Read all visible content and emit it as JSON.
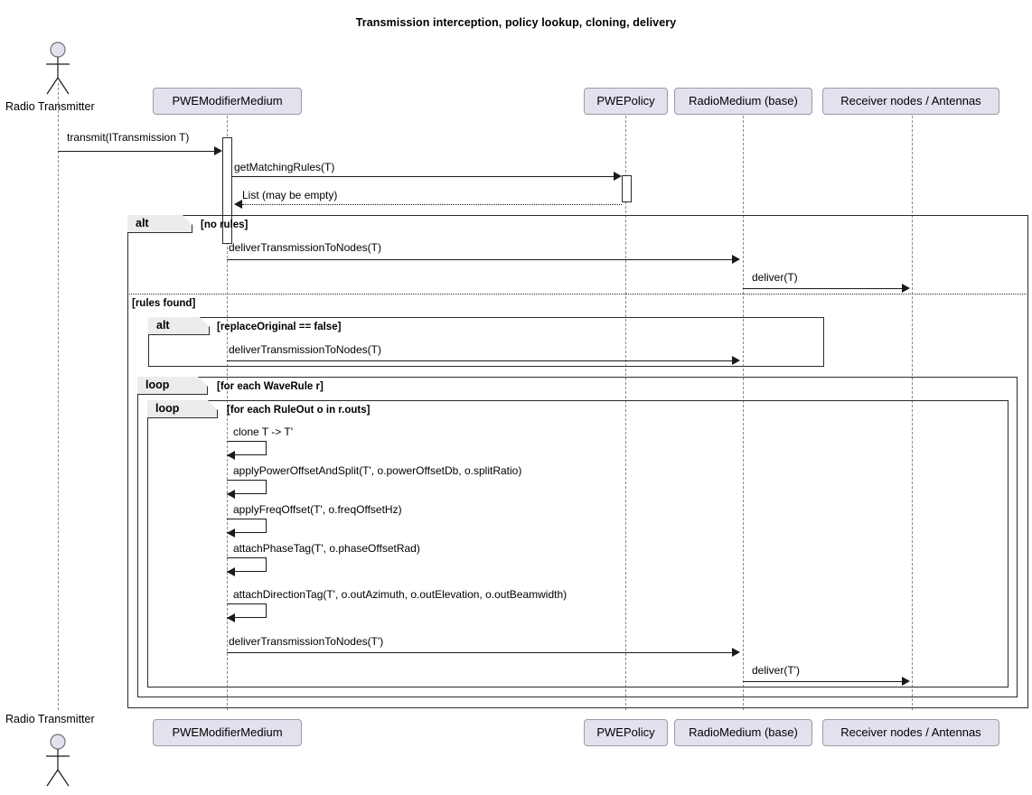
{
  "diagram": {
    "type": "uml-sequence-diagram",
    "title": "Transmission interception, policy lookup, cloning, delivery",
    "colors": {
      "participant_fill": "#E2E2EE",
      "participant_border": "#9A9AAB",
      "fragment_tag_fill": "#ECECEC",
      "line": "#1A1A1A",
      "lifeline": "#8A8A8A",
      "background": "#FFFFFF"
    }
  },
  "participants": [
    {
      "id": "actor",
      "label": "Radio Transmitter",
      "kind": "actor"
    },
    {
      "id": "pwemm",
      "label": "PWEModifierMedium",
      "kind": "object"
    },
    {
      "id": "pwepolicy",
      "label": "PWEPolicy",
      "kind": "object"
    },
    {
      "id": "radiomed",
      "label": "RadioMedium (base)",
      "kind": "object"
    },
    {
      "id": "receiver",
      "label": "Receiver nodes / Antennas",
      "kind": "object"
    }
  ],
  "footer_participants": [
    {
      "id": "actor",
      "label": "Radio Transmitter",
      "kind": "actor"
    },
    {
      "id": "pwemm",
      "label": "PWEModifierMedium",
      "kind": "object"
    },
    {
      "id": "pwepolicy",
      "label": "PWEPolicy",
      "kind": "object"
    },
    {
      "id": "radiomed",
      "label": "RadioMedium (base)",
      "kind": "object"
    },
    {
      "id": "receiver",
      "label": "Receiver nodes / Antennas",
      "kind": "object"
    }
  ],
  "messages": [
    {
      "id": "m1",
      "label": "transmit(ITransmission T)",
      "from": "actor",
      "to": "pwemm",
      "style": "solid"
    },
    {
      "id": "m2",
      "label": "getMatchingRules(T)",
      "from": "pwemm",
      "to": "pwepolicy",
      "style": "solid"
    },
    {
      "id": "m3",
      "label": "List (may be empty)",
      "from": "pwepolicy",
      "to": "pwemm",
      "style": "dotted"
    },
    {
      "id": "m4",
      "label": "deliverTransmissionToNodes(T)",
      "from": "pwemm",
      "to": "radiomed",
      "style": "solid"
    },
    {
      "id": "m5",
      "label": "deliver(T)",
      "from": "radiomed",
      "to": "receiver",
      "style": "solid"
    },
    {
      "id": "m6",
      "label": "deliverTransmissionToNodes(T)",
      "from": "pwemm",
      "to": "radiomed",
      "style": "solid"
    },
    {
      "id": "m7",
      "label": "clone T -> T'",
      "from": "pwemm",
      "to": "pwemm",
      "style": "self"
    },
    {
      "id": "m8",
      "label": "applyPowerOffsetAndSplit(T', o.powerOffsetDb, o.splitRatio)",
      "from": "pwemm",
      "to": "pwemm",
      "style": "self"
    },
    {
      "id": "m9",
      "label": "applyFreqOffset(T', o.freqOffsetHz)",
      "from": "pwemm",
      "to": "pwemm",
      "style": "self"
    },
    {
      "id": "m10",
      "label": "attachPhaseTag(T', o.phaseOffsetRad)",
      "from": "pwemm",
      "to": "pwemm",
      "style": "self"
    },
    {
      "id": "m11",
      "label": "attachDirectionTag(T', o.outAzimuth, o.outElevation, o.outBeamwidth)",
      "from": "pwemm",
      "to": "pwemm",
      "style": "self"
    },
    {
      "id": "m12",
      "label": "deliverTransmissionToNodes(T')",
      "from": "pwemm",
      "to": "radiomed",
      "style": "solid"
    },
    {
      "id": "m13",
      "label": "deliver(T')",
      "from": "radiomed",
      "to": "receiver",
      "style": "solid"
    }
  ],
  "fragments": [
    {
      "id": "f1",
      "operator": "alt",
      "guards": [
        "[no rules]",
        "[rules found]"
      ]
    },
    {
      "id": "f2",
      "operator": "alt",
      "guards": [
        "[replaceOriginal == false]"
      ]
    },
    {
      "id": "f3",
      "operator": "loop",
      "guards": [
        "[for each WaveRule r]"
      ]
    },
    {
      "id": "f4",
      "operator": "loop",
      "guards": [
        "[for each RuleOut o in r.outs]"
      ]
    }
  ]
}
